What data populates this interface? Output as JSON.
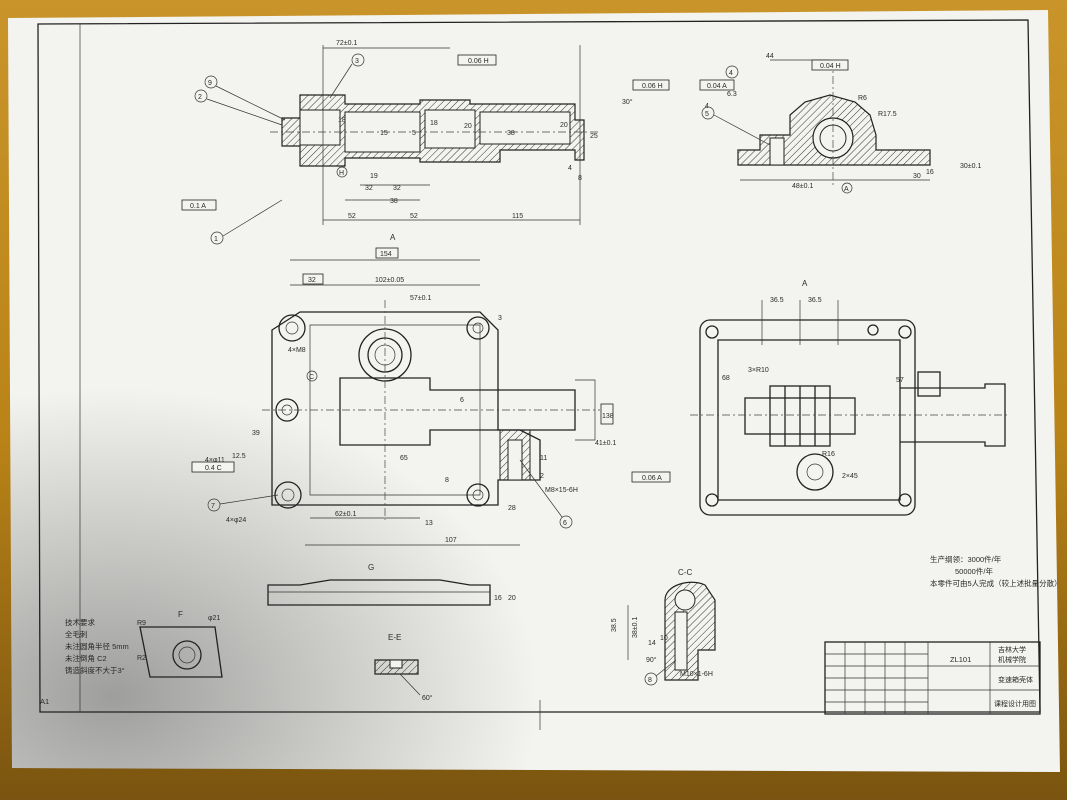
{
  "drawing": {
    "top_view_dims": [
      "72±0.1",
      "15",
      "5",
      "18",
      "18",
      "38",
      "20",
      "20",
      "19",
      "32",
      "32",
      "38",
      "52",
      "52",
      "115",
      "4",
      "8",
      "25",
      "30°"
    ],
    "side_view_dims": [
      "44",
      "R6",
      "R17.5",
      "48±0.1",
      "30",
      "16",
      "30±0.1",
      "4",
      "6.3"
    ],
    "main_view_dims": [
      "154",
      "32",
      "102±0.05",
      "57±0.1",
      "3",
      "39",
      "62±0.1",
      "107",
      "12.5",
      "13",
      "8",
      "28",
      "11",
      "2",
      "6",
      "65",
      "138",
      "41±0.1",
      "4×M8",
      "M8×15-6H",
      "4×φ24",
      "4×φ11"
    ],
    "right_view_dims": [
      "36.5",
      "36.5",
      "3×R10",
      "68",
      "57",
      "R16",
      "2×45"
    ],
    "tolerances": [
      "0.06 H",
      "0.06 H",
      "0.04 H",
      "0.06 A",
      "0.4 C",
      "0.1 A",
      "0.04 A"
    ],
    "balloons": [
      "1",
      "2",
      "3",
      "4",
      "5",
      "6",
      "7",
      "8",
      "9"
    ],
    "datums": [
      "A",
      "H",
      "C"
    ],
    "section_labels": {
      "aa_top": "A",
      "aa_right": "A",
      "gg": "G",
      "ff": "F",
      "ee": "E-E",
      "cc": "C-C"
    },
    "section_dims": {
      "gg": [
        "16",
        "20"
      ],
      "ff": [
        "R9",
        "R2",
        "φ21"
      ],
      "ee": [
        "60°"
      ],
      "cc": [
        "38.5",
        "38±0.1",
        "14",
        "10",
        "90°",
        "M10×1-6H"
      ]
    },
    "notes": {
      "tech_title": "技术要求",
      "tech_lines": [
        "全毛刺",
        "未注圆角半径 5mm",
        "未注倒角 C2",
        "铸造斜度不大于3°"
      ],
      "production_lines": [
        "生产纲领：3000件/年",
        "50000件/年",
        "本零件可由5人完成（较上述批量分散）"
      ]
    },
    "title_block": {
      "part_no": "ZL101",
      "school": "吉林大学",
      "dept": "机械学院",
      "part_name": "变速箱壳体",
      "project": "课程设计用图"
    },
    "corner_mark": "A1"
  }
}
